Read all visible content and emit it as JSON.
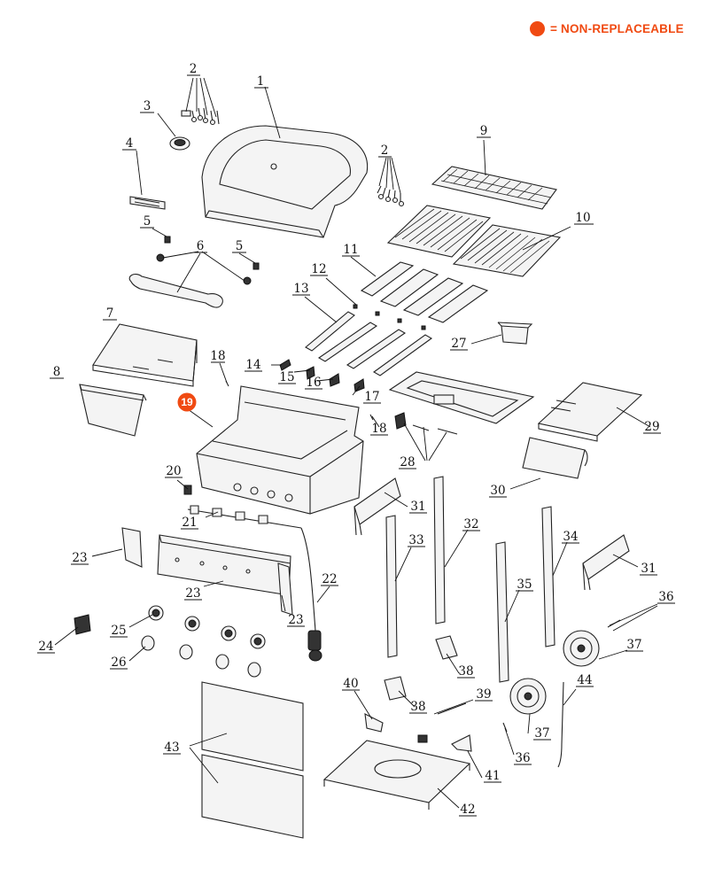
{
  "legend": {
    "text": "= NON-REPLACEABLE",
    "color": "#f04a12"
  },
  "callouts": [
    "1",
    "2",
    "2",
    "3",
    "4",
    "5",
    "5",
    "6",
    "7",
    "8",
    "9",
    "10",
    "11",
    "12",
    "13",
    "14",
    "15",
    "16",
    "17",
    "18",
    "18",
    "19",
    "20",
    "21",
    "22",
    "23",
    "23",
    "23",
    "24",
    "25",
    "26",
    "27",
    "28",
    "29",
    "30",
    "31",
    "31",
    "32",
    "33",
    "34",
    "35",
    "36",
    "36",
    "37",
    "37",
    "38",
    "38",
    "39",
    "40",
    "41",
    "42",
    "43",
    "44"
  ],
  "non_replaceable_part": "19"
}
